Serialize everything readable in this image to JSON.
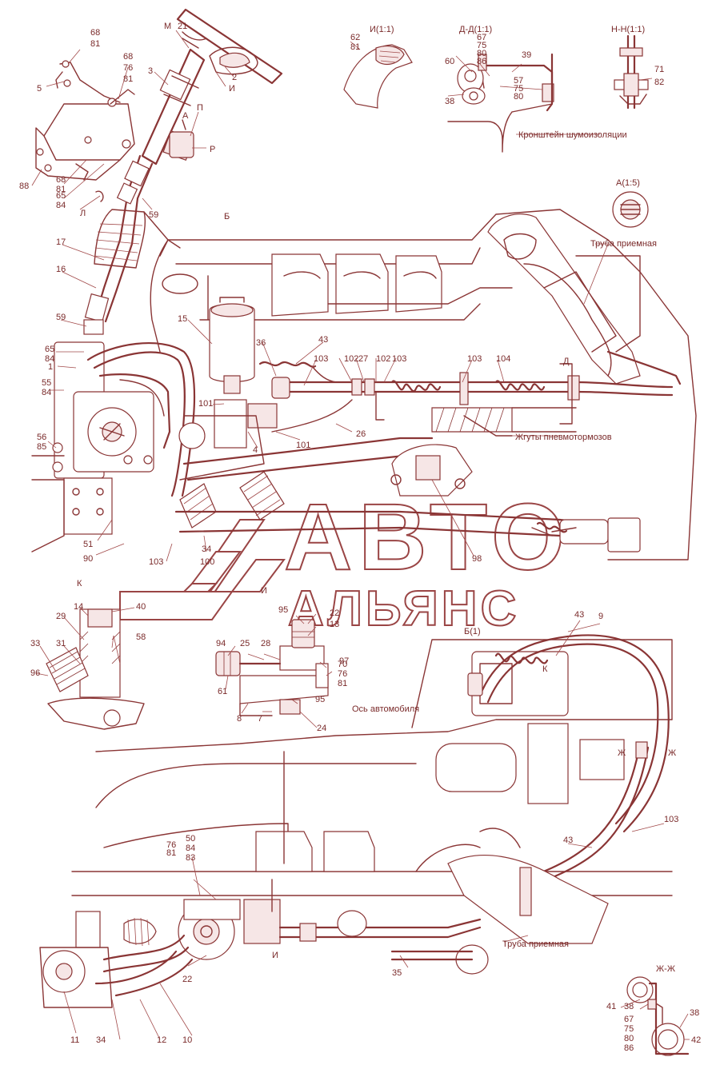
{
  "section_titles": {
    "view_i": "И(1:1)",
    "view_d": "Д-Д(1:1)",
    "view_n": "Н-Н(1:1)",
    "view_a": "А(1:5)",
    "view_k": "К",
    "view_b": "Б(1)",
    "view_zh": "Ж-Ж",
    "arrow_b": "Б",
    "arrow_i": "И",
    "arrow_a": "А",
    "arrow_d": "Д",
    "arrow_zh1": "Ж",
    "arrow_zh2": "Ж",
    "arrow_k2": "К",
    "arrow_i2": "И"
  },
  "captions": {
    "bracket": "Кронштейн шумоизоляции",
    "pipe_top": "Труба приемная",
    "harness": "Жгуты пневмотормозов",
    "axle": "Ось автомобиля",
    "pipe_bottom": "Труба приемная"
  },
  "watermark": {
    "line1": "АВТО",
    "line2": "АЛЬЯНС"
  },
  "callouts": {
    "c_m": "М",
    "c_21": "21",
    "c_3": "3",
    "c_2": "2",
    "c_i_top": "И",
    "c_p": "П",
    "c_r": "Р",
    "c_5": "5",
    "c_68a": "68",
    "c_81a": "81",
    "c_68b": "68",
    "c_76b": "76",
    "c_81b": "81",
    "c_88": "88",
    "c_68c": "68",
    "c_81c": "81",
    "c_65a": "65",
    "c_84a": "84",
    "c_l": "Л",
    "c_59a": "59",
    "c_17": "17",
    "c_16": "16",
    "c_59b": "59",
    "c_65b": "65",
    "c_84b": "84",
    "c_1": "1",
    "c_55": "55",
    "c_84c": "84",
    "c_56": "56",
    "c_85": "85",
    "c_15": "15",
    "c_43a": "43",
    "c_36": "36",
    "c_103a": "103",
    "c_102a": "102",
    "c_27": "27",
    "c_102b": "102",
    "c_103b": "103",
    "c_103c": "103",
    "c_104": "104",
    "c_d": "Д",
    "c_101a": "101",
    "c_4": "4",
    "c_101b": "101",
    "c_26": "26",
    "c_51": "51",
    "c_90": "90",
    "c_103d": "103",
    "c_34a": "34",
    "c_100": "100",
    "c_98": "98",
    "c_62": "62",
    "c_81d": "81",
    "c_67": "67",
    "c_75a": "75",
    "c_80a": "80",
    "c_86a": "86",
    "c_60": "60",
    "c_39": "39",
    "c_57": "57",
    "c_75b": "75",
    "c_80b": "80",
    "c_38a": "38",
    "c_71": "71",
    "c_82": "82",
    "c_14": "14",
    "c_40": "40",
    "c_29": "29",
    "c_31": "31",
    "c_58": "58",
    "c_33": "33",
    "c_96": "96",
    "c_95a": "95",
    "c_22a": "22",
    "c_13": "13",
    "c_94": "94",
    "c_25": "25",
    "c_28": "28",
    "c_97": "97",
    "c_70": "70",
    "c_76a": "76",
    "c_81e": "81",
    "c_61": "61",
    "c_8": "8",
    "c_95b": "95",
    "c_7": "7",
    "c_24": "24",
    "c_43b": "43",
    "c_9": "9",
    "c_103e": "103",
    "c_43c": "43",
    "c_76c": "76",
    "c_81f": "81",
    "c_50": "50",
    "c_84d": "84",
    "c_83": "83",
    "c_22b": "22",
    "c_35": "35",
    "c_11": "11",
    "c_34b": "34",
    "c_12": "12",
    "c_10": "10",
    "c_41": "41",
    "c_38b": "38",
    "c_67b": "67",
    "c_75c": "75",
    "c_80c": "80",
    "c_86b": "86",
    "c_38c": "38",
    "c_42": "42"
  }
}
